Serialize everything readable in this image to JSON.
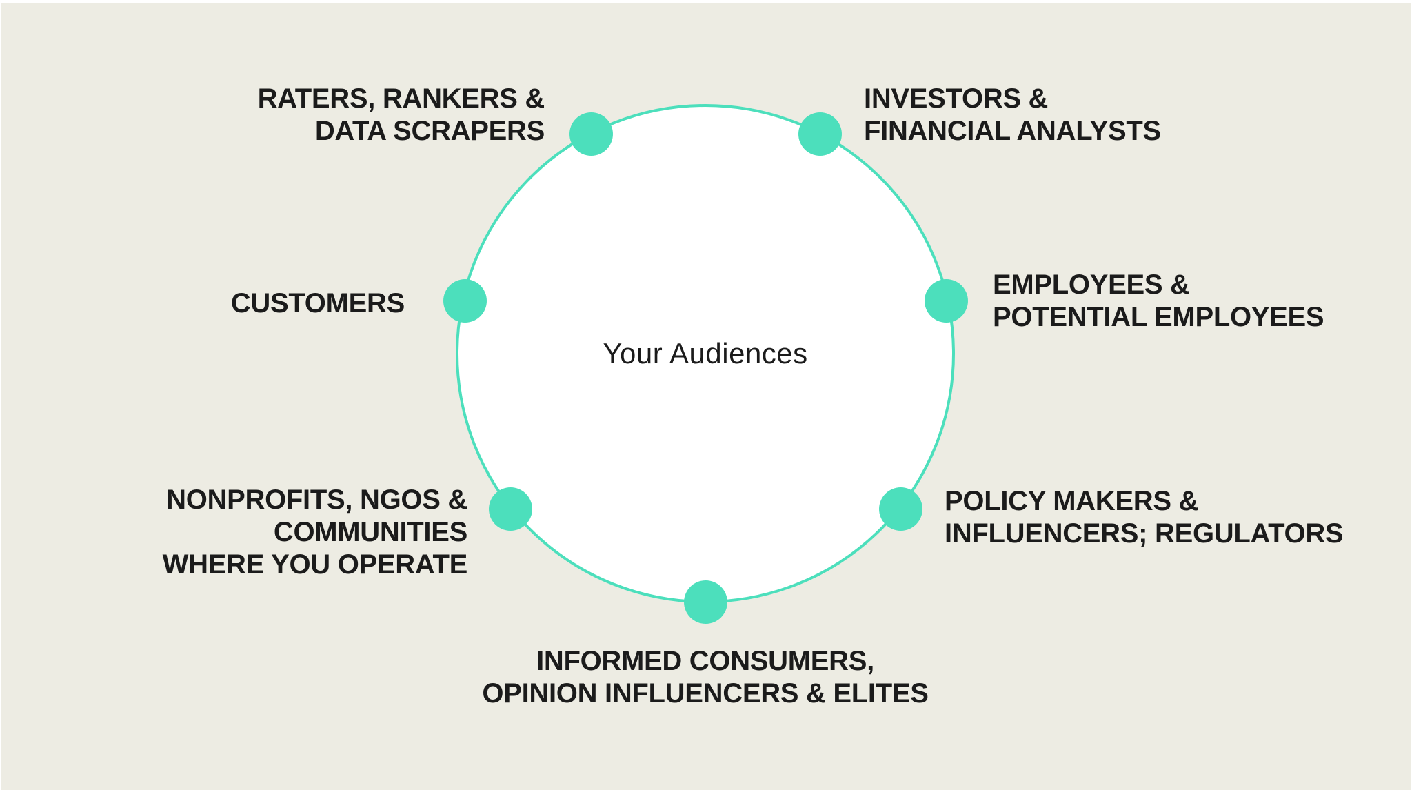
{
  "colors": {
    "accent": "#4CDFBC",
    "background": "#EDECE3",
    "page": "#FFFFFF",
    "circle_fill": "#FFFFFF",
    "text": "#1B1B1B"
  },
  "center": {
    "label": "Your Audiences"
  },
  "audiences": [
    {
      "id": "raters-rankers-data-scrapers",
      "lines": [
        "RATERS, RANKERS &",
        "DATA SCRAPERS"
      ]
    },
    {
      "id": "investors-financial-analysts",
      "lines": [
        "INVESTORS &",
        "FINANCIAL ANALYSTS"
      ]
    },
    {
      "id": "employees-potential-employees",
      "lines": [
        "EMPLOYEES &",
        "POTENTIAL EMPLOYEES"
      ]
    },
    {
      "id": "policy-makers-influencers-regulators",
      "lines": [
        "POLICY MAKERS &",
        "INFLUENCERS; REGULATORS"
      ]
    },
    {
      "id": "informed-consumers-opinion-influencers-elites",
      "lines": [
        "INFORMED CONSUMERS,",
        "OPINION INFLUENCERS & ELITES"
      ]
    },
    {
      "id": "nonprofits-ngos-communities-where-you-operate",
      "lines": [
        "NONPROFITS, NGOS &",
        "COMMUNITIES",
        "WHERE YOU OPERATE"
      ]
    },
    {
      "id": "customers",
      "lines": [
        "CUSTOMERS"
      ]
    }
  ]
}
